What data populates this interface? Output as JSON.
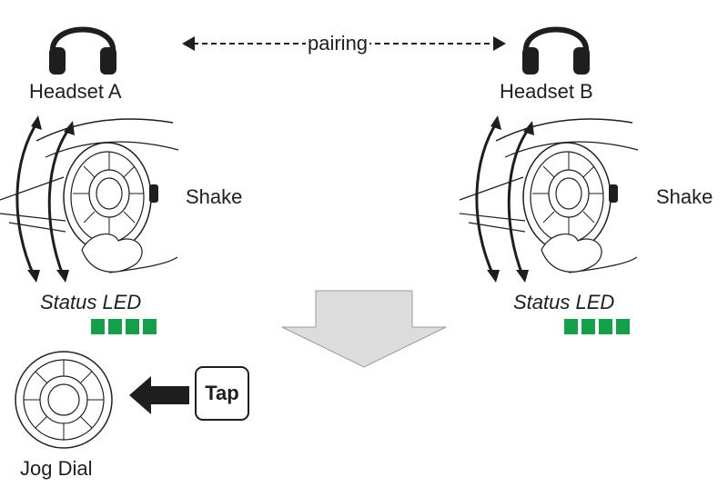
{
  "headset_a": {
    "label": "Headset A",
    "icon": "headphones-icon"
  },
  "headset_b": {
    "label": "Headset B",
    "icon": "headphones-icon"
  },
  "pairing": {
    "label": "pairing"
  },
  "left_device": {
    "action": "Shake",
    "status_label": "Status LED",
    "led_count": 4,
    "led_color": "#14a04a"
  },
  "right_device": {
    "action": "Shake",
    "status_label": "Status LED",
    "led_count": 4,
    "led_color": "#14a04a"
  },
  "jog_dial": {
    "label": "Jog Dial"
  },
  "tap": {
    "label": "Tap"
  },
  "colors": {
    "led": "#14a04a",
    "flow_arrow": "#dcdcdc",
    "ink": "#1e1e1e"
  }
}
